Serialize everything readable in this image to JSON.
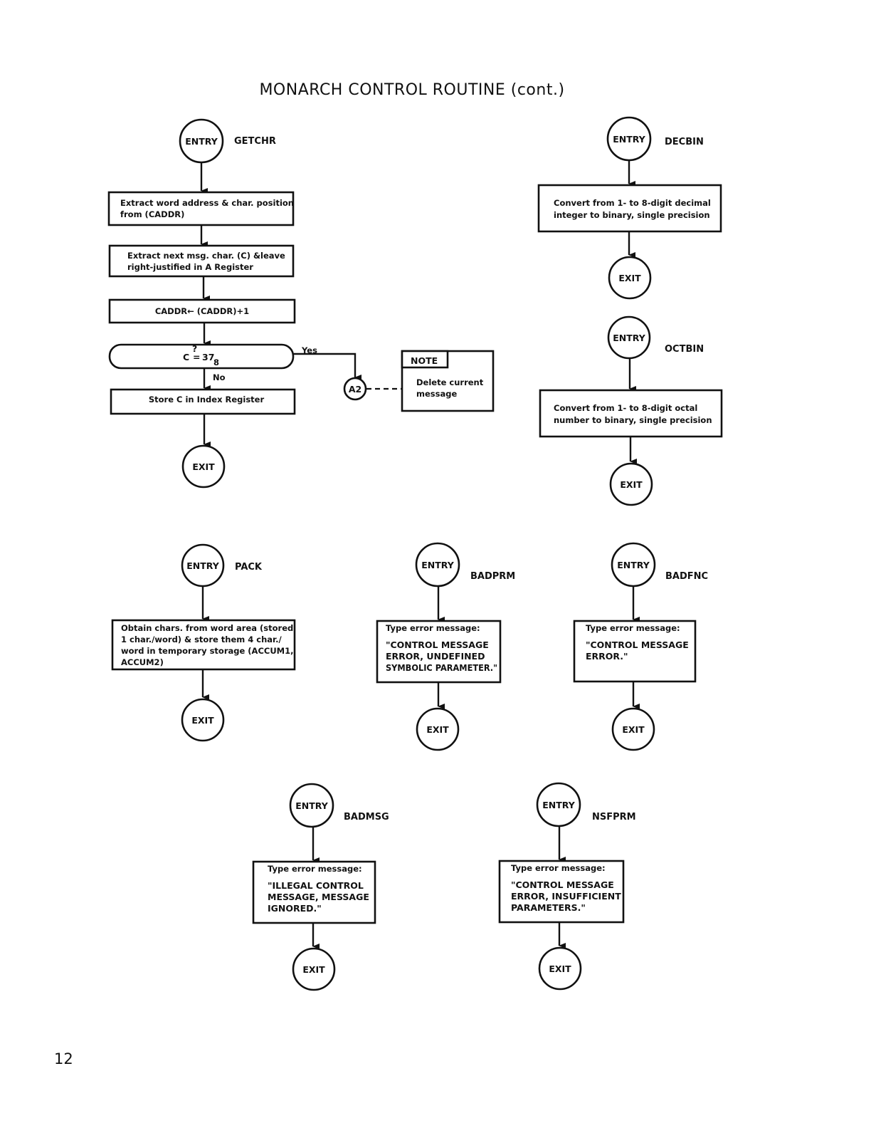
{
  "page": {
    "title": "MONARCH CONTROL ROUTINE (cont.)",
    "page_number": "12"
  },
  "getchr": {
    "entry": "ENTRY",
    "name": "GETCHR",
    "step1": [
      "Extract word address & char. position",
      "from (CADDR)"
    ],
    "step2": [
      "Extract next msg. char. (C) &leave",
      "right-justified in A Register"
    ],
    "step3": "CADDR← (CADDR)+1",
    "decision_lhs": "C",
    "decision_op": "=",
    "decision_q": "?",
    "decision_num": "37",
    "decision_sub": "8",
    "yes": "Yes",
    "no": "No",
    "step4": "Store C in Index Register",
    "connector": "A2",
    "exit": "EXIT"
  },
  "note": {
    "title": "NOTE",
    "text": [
      "Delete current",
      "message"
    ]
  },
  "decbin": {
    "entry": "ENTRY",
    "name": "DECBIN",
    "step": [
      "Convert from 1- to 8-digit decimal",
      "integer to binary, single precision"
    ],
    "exit": "EXIT"
  },
  "octbin": {
    "entry": "ENTRY",
    "name": "OCTBIN",
    "step": [
      "Convert from 1- to 8-digit octal",
      "number to binary, single precision"
    ],
    "exit": "EXIT"
  },
  "pack": {
    "entry": "ENTRY",
    "name": "PACK",
    "step": [
      "Obtain chars. from word area (stored",
      "1 char./word) & store them 4 char./",
      "word in temporary storage (ACCUM1,",
      "ACCUM2)"
    ],
    "exit": "EXIT"
  },
  "badprm": {
    "entry": "ENTRY",
    "name": "BADPRM",
    "step_head": "Type error message:",
    "step": [
      "\"CONTROL MESSAGE",
      "ERROR, UNDEFINED",
      "SYMBOLIC PARAMETER.\""
    ],
    "exit": "EXIT"
  },
  "badfnc": {
    "entry": "ENTRY",
    "name": "BADFNC",
    "step_head": "Type error message:",
    "step": [
      "\"CONTROL MESSAGE",
      "ERROR.\""
    ],
    "exit": "EXIT"
  },
  "badmsg": {
    "entry": "ENTRY",
    "name": "BADMSG",
    "step_head": "Type error message:",
    "step": [
      "\"ILLEGAL CONTROL",
      "MESSAGE, MESSAGE",
      "IGNORED.\""
    ],
    "exit": "EXIT"
  },
  "nsfprm": {
    "entry": "ENTRY",
    "name": "NSFPRM",
    "step_head": "Type error message:",
    "step": [
      "\"CONTROL MESSAGE",
      "ERROR, INSUFFICIENT",
      "PARAMETERS.\""
    ],
    "exit": "EXIT"
  }
}
